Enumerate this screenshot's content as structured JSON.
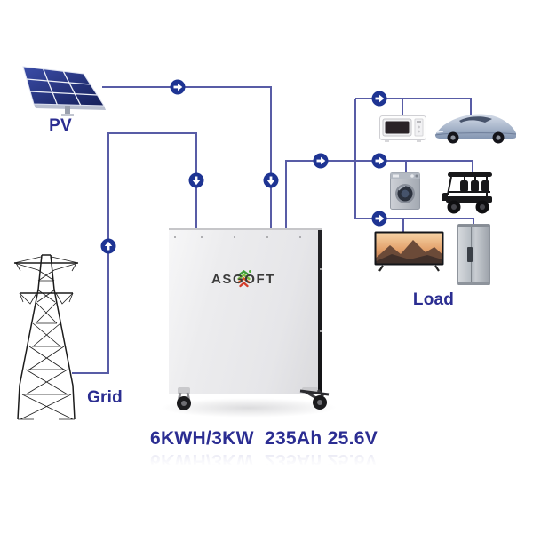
{
  "diagram": {
    "type": "energy-flow-diagram",
    "labels": {
      "pv": "PV",
      "grid": "Grid",
      "load": "Load"
    },
    "battery": {
      "brand": "ASGOFT",
      "spec": "6KWH/3KW  235Ah 25.6V",
      "capacity": "6KWH",
      "power": "3KW",
      "amp_hours": "235Ah",
      "voltage": "25.6V"
    },
    "load_items": [
      {
        "name": "microwave"
      },
      {
        "name": "electric-car"
      },
      {
        "name": "washing-machine"
      },
      {
        "name": "golf-cart"
      },
      {
        "name": "television"
      },
      {
        "name": "refrigerator"
      }
    ],
    "flows": [
      {
        "id": "pv-to-battery",
        "from": "pv",
        "to": "battery",
        "arrow_icons": [
          "arrow-right",
          "arrow-down"
        ]
      },
      {
        "id": "grid-to-battery",
        "from": "grid",
        "to": "battery",
        "arrow_icons": [
          "arrow-up",
          "arrow-down"
        ]
      },
      {
        "id": "battery-to-loads",
        "from": "battery",
        "to": "load",
        "arrow_icons": [
          "arrow-right",
          "arrow-right",
          "arrow-right",
          "arrow-right"
        ]
      }
    ],
    "colors": {
      "wire": "#585ca6",
      "arrow_badge": "#1e3493",
      "label_text": "#2b2d91",
      "logo_green": "#4aaa35",
      "logo_orange": "#e2561f",
      "logo_text": "#3b3b3b",
      "pv_cell_blue": "#24318c"
    }
  }
}
